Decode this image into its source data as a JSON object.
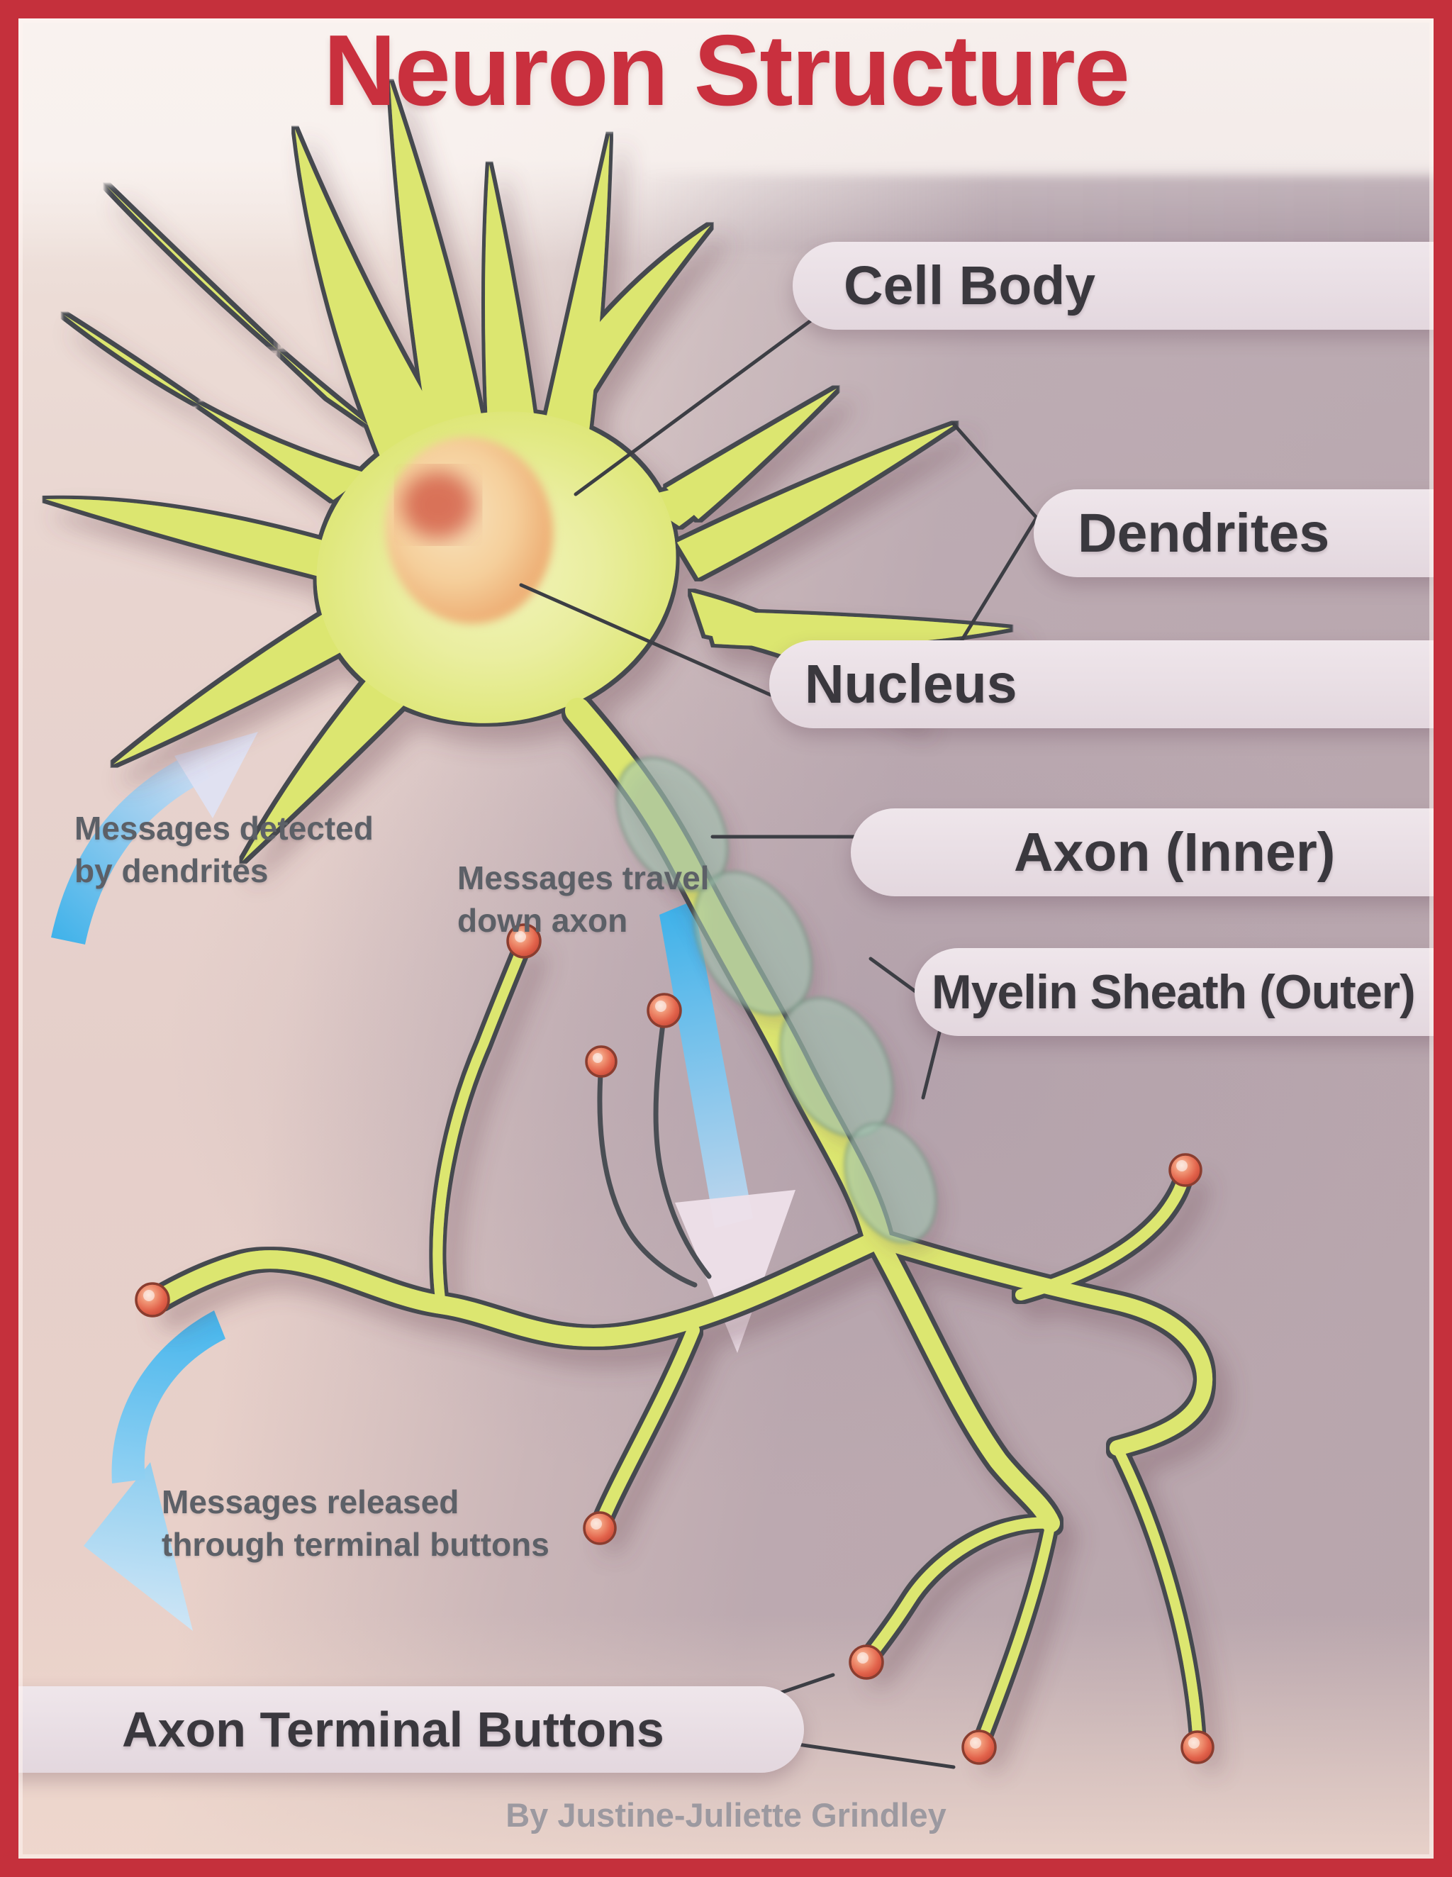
{
  "title": "Neuron Structure",
  "labels": {
    "cell_body": "Cell Body",
    "dendrites": "Dendrites",
    "nucleus": "Nucleus",
    "axon_inner": "Axon (Inner)",
    "myelin_sheath": "Myelin Sheath (Outer)",
    "axon_terminal": "Axon Terminal Buttons"
  },
  "annotations": {
    "detected_line1": "Messages detected",
    "detected_line2": "by dendrites",
    "travel_line1": "Messages travel",
    "travel_line2": "down axon",
    "released_line1": "Messages released",
    "released_line2": "through terminal buttons"
  },
  "credit": "By Justine-Juliette Grindley",
  "colors": {
    "border_red": "#c5303c",
    "title_red": "#c9303e",
    "pill_background": "#ebe1e7",
    "label_text": "#3a383e",
    "annotation_text": "#5c6067",
    "neuron_yellow": "#dce66f",
    "neuron_outline": "#44484f",
    "nucleus_orange": "#f5cf9b",
    "nucleolus_red": "#d4604a",
    "myelin_teal": "#a3c6b4",
    "terminal_button_red": "#e2634b",
    "arrow_blue": "#3fb2ea",
    "credit_gray": "#9c99a0"
  }
}
